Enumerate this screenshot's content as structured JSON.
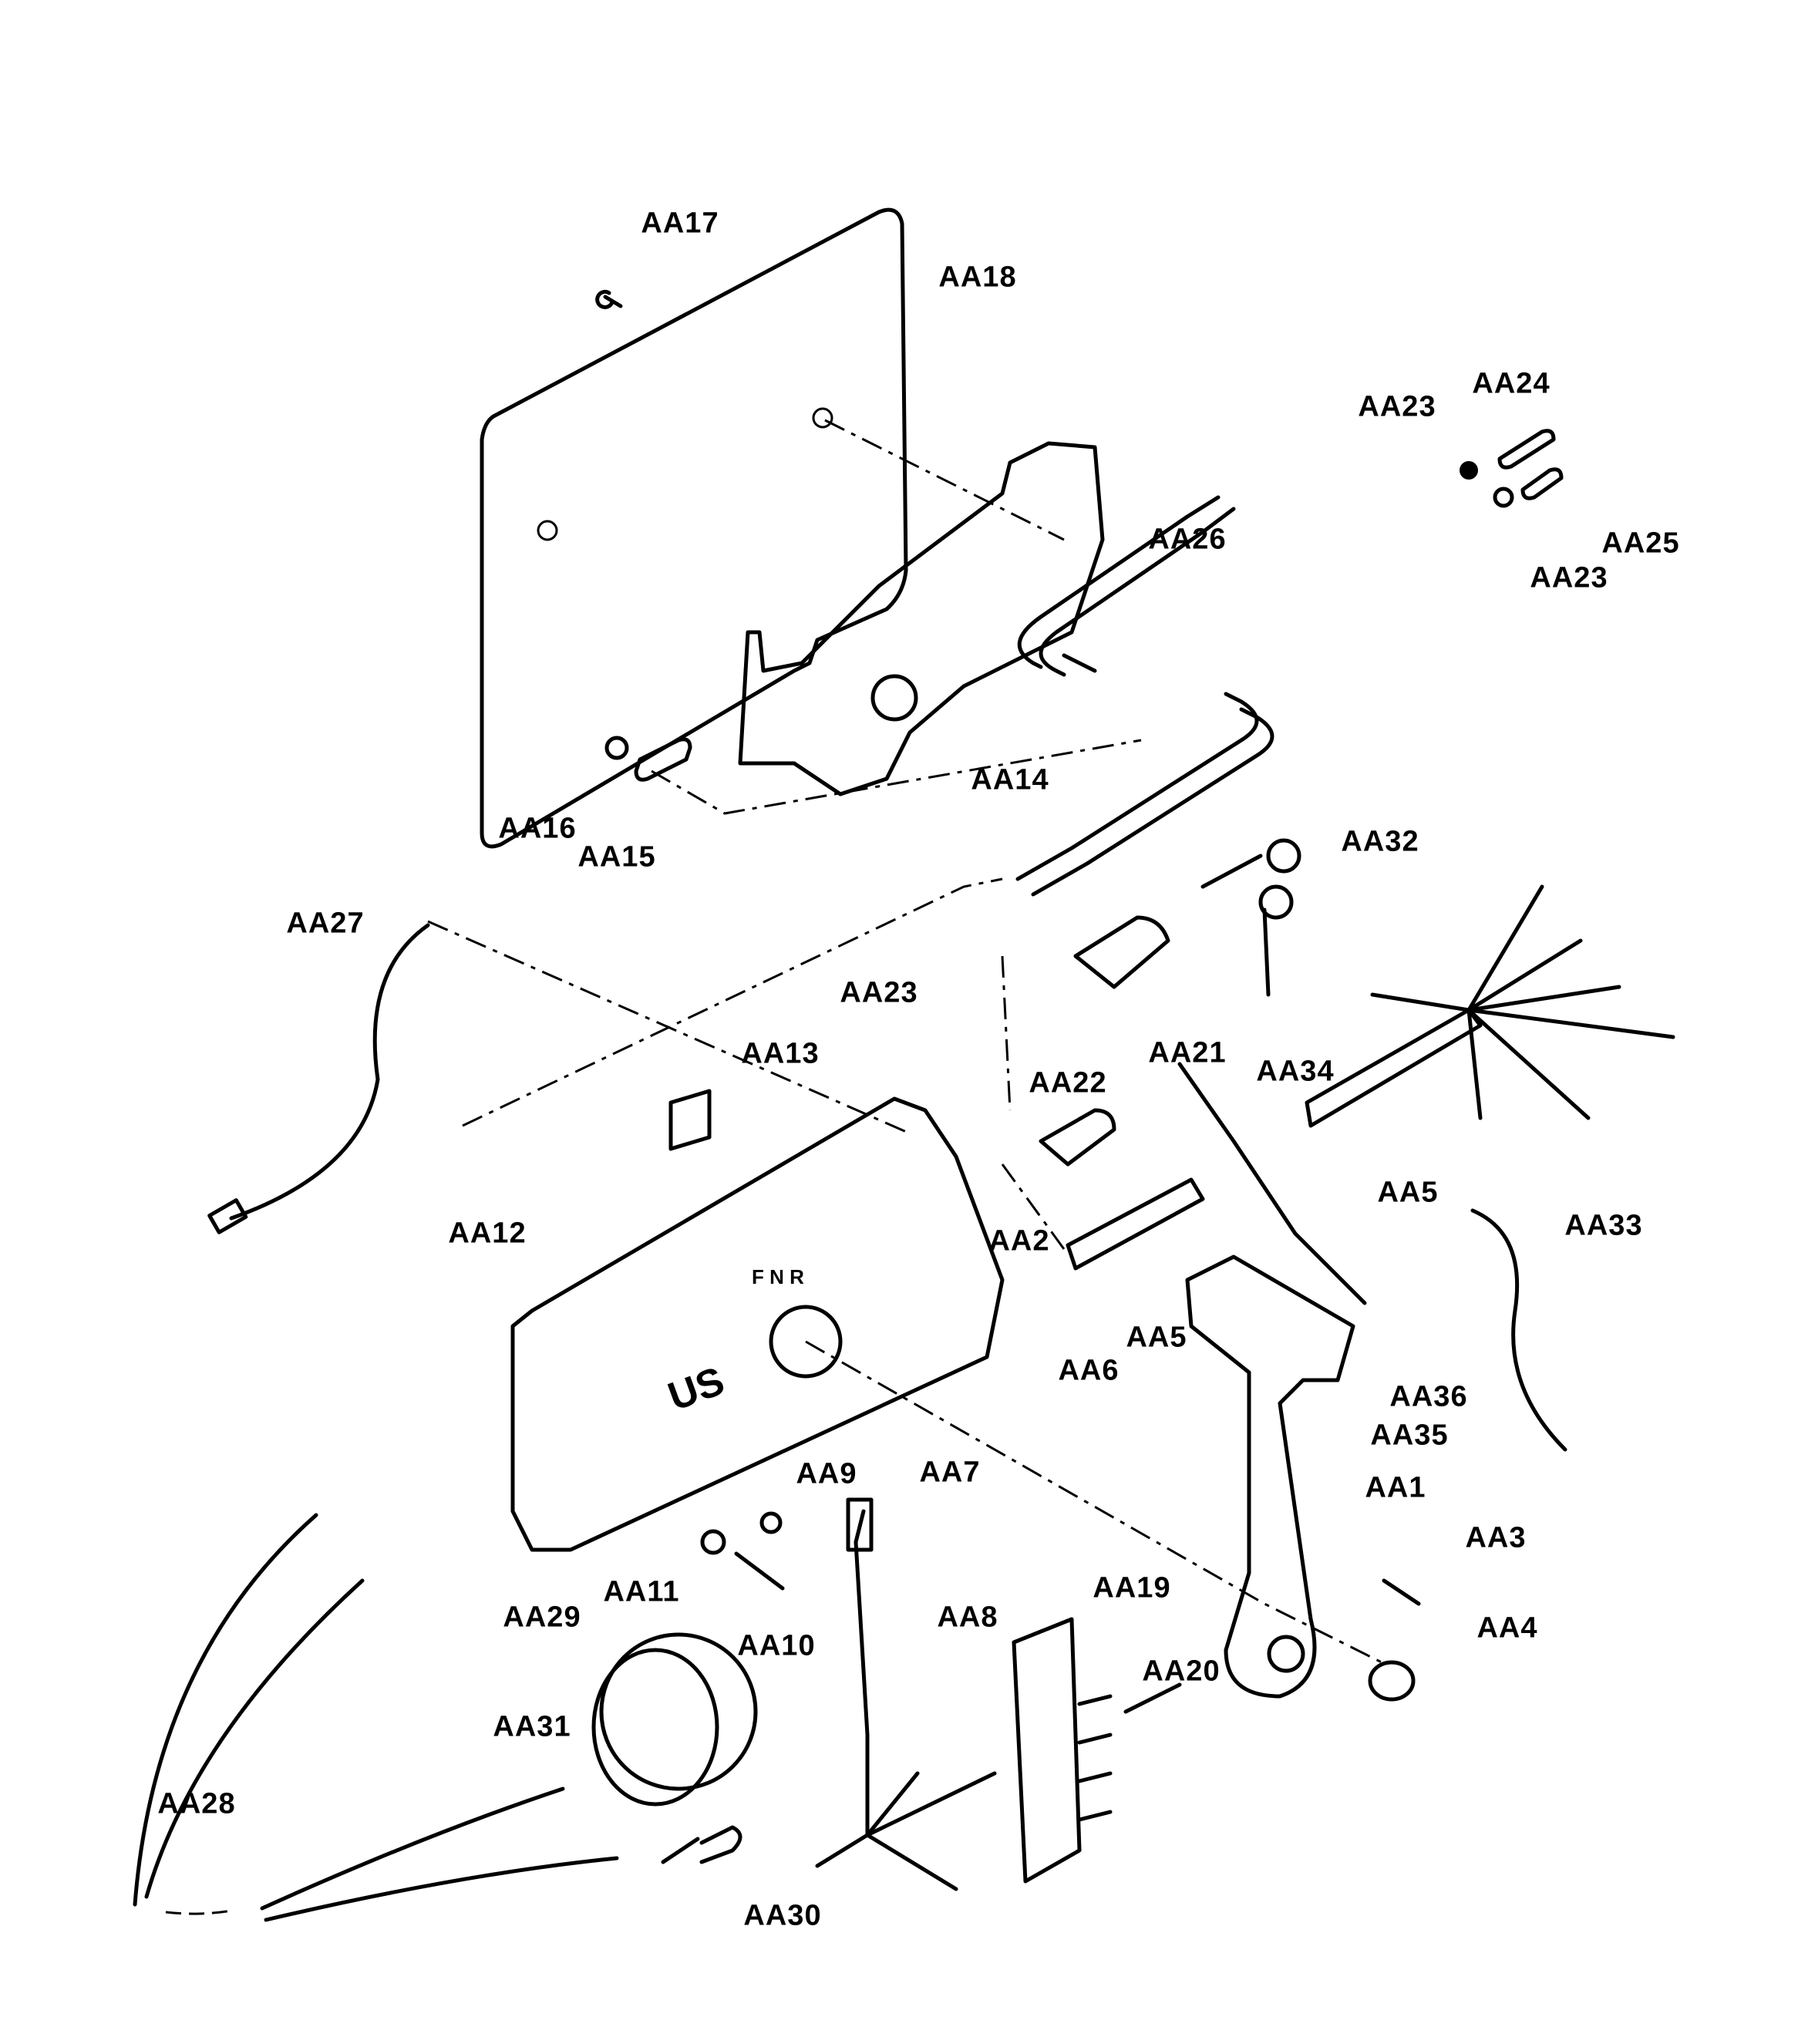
{
  "diagram": {
    "type": "exploded-parts-diagram",
    "colors": {
      "ink": "#000000",
      "paper": "#ffffff"
    },
    "panel_markings": {
      "shift_letters": [
        "F",
        "N",
        "R"
      ],
      "logo": "US"
    },
    "labels": [
      {
        "id": "AA17",
        "text": "AA17"
      },
      {
        "id": "AA18",
        "text": "AA18"
      },
      {
        "id": "AA24",
        "text": "AA24"
      },
      {
        "id": "AA23a",
        "text": "AA23"
      },
      {
        "id": "AA25",
        "text": "AA25"
      },
      {
        "id": "AA23b",
        "text": "AA23"
      },
      {
        "id": "AA26",
        "text": "AA26"
      },
      {
        "id": "AA14",
        "text": "AA14"
      },
      {
        "id": "AA16",
        "text": "AA16"
      },
      {
        "id": "AA15",
        "text": "AA15"
      },
      {
        "id": "AA32",
        "text": "AA32"
      },
      {
        "id": "AA27",
        "text": "AA27"
      },
      {
        "id": "AA23c",
        "text": "AA23"
      },
      {
        "id": "AA21",
        "text": "AA21"
      },
      {
        "id": "AA13",
        "text": "AA13"
      },
      {
        "id": "AA22",
        "text": "AA22"
      },
      {
        "id": "AA34",
        "text": "AA34"
      },
      {
        "id": "AA5a",
        "text": "AA5"
      },
      {
        "id": "AA33",
        "text": "AA33"
      },
      {
        "id": "AA12",
        "text": "AA12"
      },
      {
        "id": "AA2",
        "text": "AA2"
      },
      {
        "id": "AA6",
        "text": "AA6"
      },
      {
        "id": "AA5b",
        "text": "AA5"
      },
      {
        "id": "AA36",
        "text": "AA36"
      },
      {
        "id": "AA35",
        "text": "AA35"
      },
      {
        "id": "AA9",
        "text": "AA9"
      },
      {
        "id": "AA7",
        "text": "AA7"
      },
      {
        "id": "AA1",
        "text": "AA1"
      },
      {
        "id": "AA3",
        "text": "AA3"
      },
      {
        "id": "AA11",
        "text": "AA11"
      },
      {
        "id": "AA10",
        "text": "AA10"
      },
      {
        "id": "AA29",
        "text": "AA29"
      },
      {
        "id": "AA8",
        "text": "AA8"
      },
      {
        "id": "AA19",
        "text": "AA19"
      },
      {
        "id": "AA20",
        "text": "AA20"
      },
      {
        "id": "AA4",
        "text": "AA4"
      },
      {
        "id": "AA31",
        "text": "AA31"
      },
      {
        "id": "AA28",
        "text": "AA28"
      },
      {
        "id": "AA30",
        "text": "AA30"
      }
    ]
  }
}
